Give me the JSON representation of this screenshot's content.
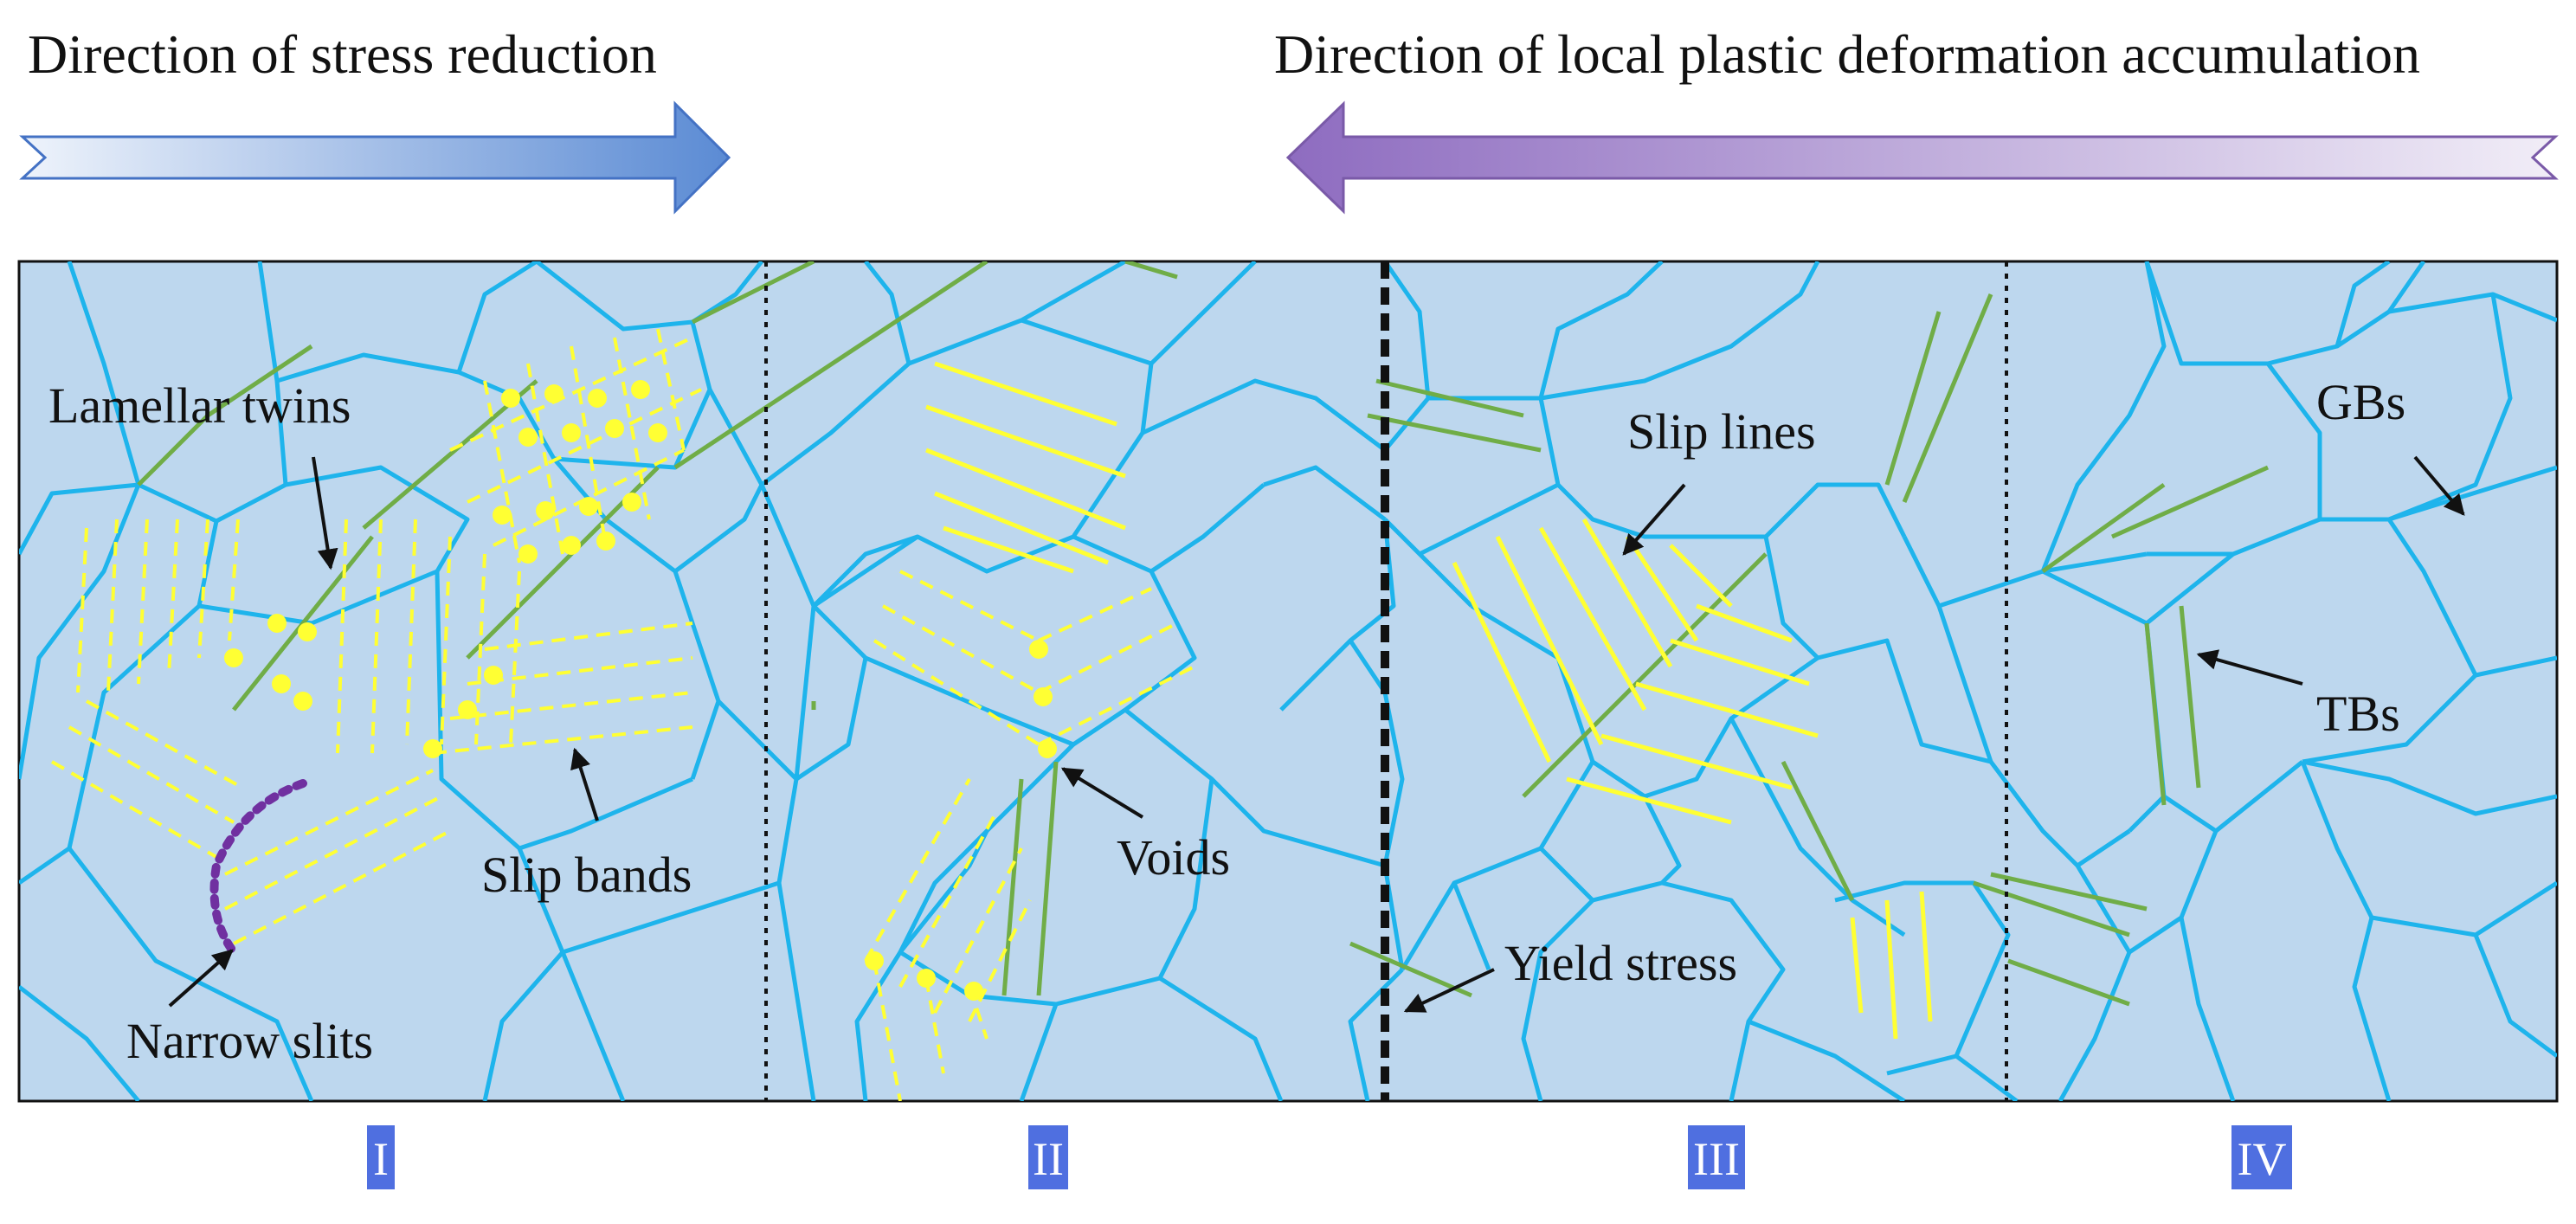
{
  "headers": {
    "stress_reduction": "Direction of stress reduction",
    "plastic_accumulation": "Direction of local plastic deformation accumulation"
  },
  "labels": {
    "lamellar_twins": "Lamellar twins",
    "slip_bands": "Slip bands",
    "narrow_slits": "Narrow slits",
    "voids": "Voids",
    "yield_stress": "Yield stress",
    "slip_lines": "Slip lines",
    "gbs": "GBs",
    "tbs": "TBs"
  },
  "regions": [
    "I",
    "II",
    "III",
    "IV"
  ],
  "colors": {
    "grain_fill": "#bdd7ee",
    "grain_boundary": "#1eb4ec",
    "twin_boundary": "#70ad47",
    "slip_feature": "#ffff33",
    "narrow_slit": "#7030a0",
    "region_badge": "#4f6fe0",
    "stress_arrow": "#4472c4",
    "accumulation_arrow": "#8e6cc0"
  }
}
